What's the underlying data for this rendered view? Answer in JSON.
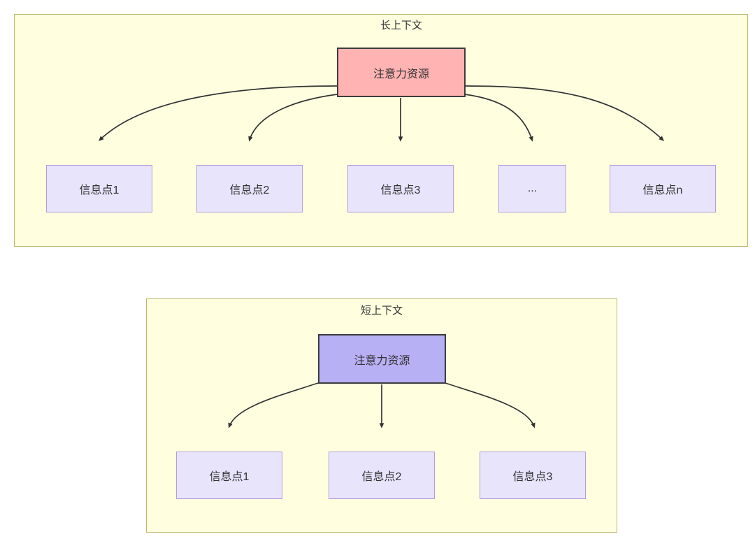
{
  "diagram": {
    "title_semantic": "attention-resource-allocation-long-vs-short-context",
    "colors": {
      "frame_fill": "#FFFFE0",
      "frame_border": "#BDB76B",
      "attention_long_fill": "#FFB3B3",
      "attention_short_fill": "#B8B0F5",
      "node_border": "#3C3C3C",
      "info_fill": "#E8E4FC",
      "info_border": "#B39DDB",
      "edge": "#333333",
      "text": "#333333"
    },
    "groups": [
      {
        "id": "long-context",
        "title": "长上下文",
        "root": {
          "id": "attention-long",
          "label": "注意力资源"
        },
        "children": [
          {
            "id": "info-point-1",
            "label": "信息点1"
          },
          {
            "id": "info-point-2",
            "label": "信息点2"
          },
          {
            "id": "info-point-3",
            "label": "信息点3"
          },
          {
            "id": "info-point-ellipsis",
            "label": "..."
          },
          {
            "id": "info-point-n",
            "label": "信息点n"
          }
        ]
      },
      {
        "id": "short-context",
        "title": "短上下文",
        "root": {
          "id": "attention-short",
          "label": "注意力资源"
        },
        "children": [
          {
            "id": "info-point-s1",
            "label": "信息点1"
          },
          {
            "id": "info-point-s2",
            "label": "信息点2"
          },
          {
            "id": "info-point-s3",
            "label": "信息点3"
          }
        ]
      }
    ]
  }
}
